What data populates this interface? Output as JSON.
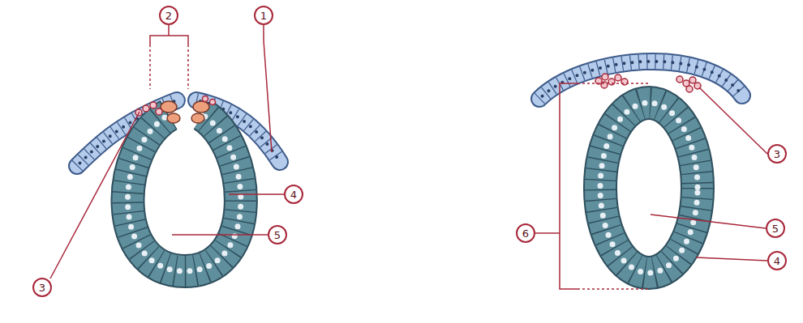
{
  "diagram": {
    "labels": [
      "2",
      "1",
      "4",
      "5",
      "3",
      "3",
      "6",
      "5",
      "4"
    ]
  }
}
